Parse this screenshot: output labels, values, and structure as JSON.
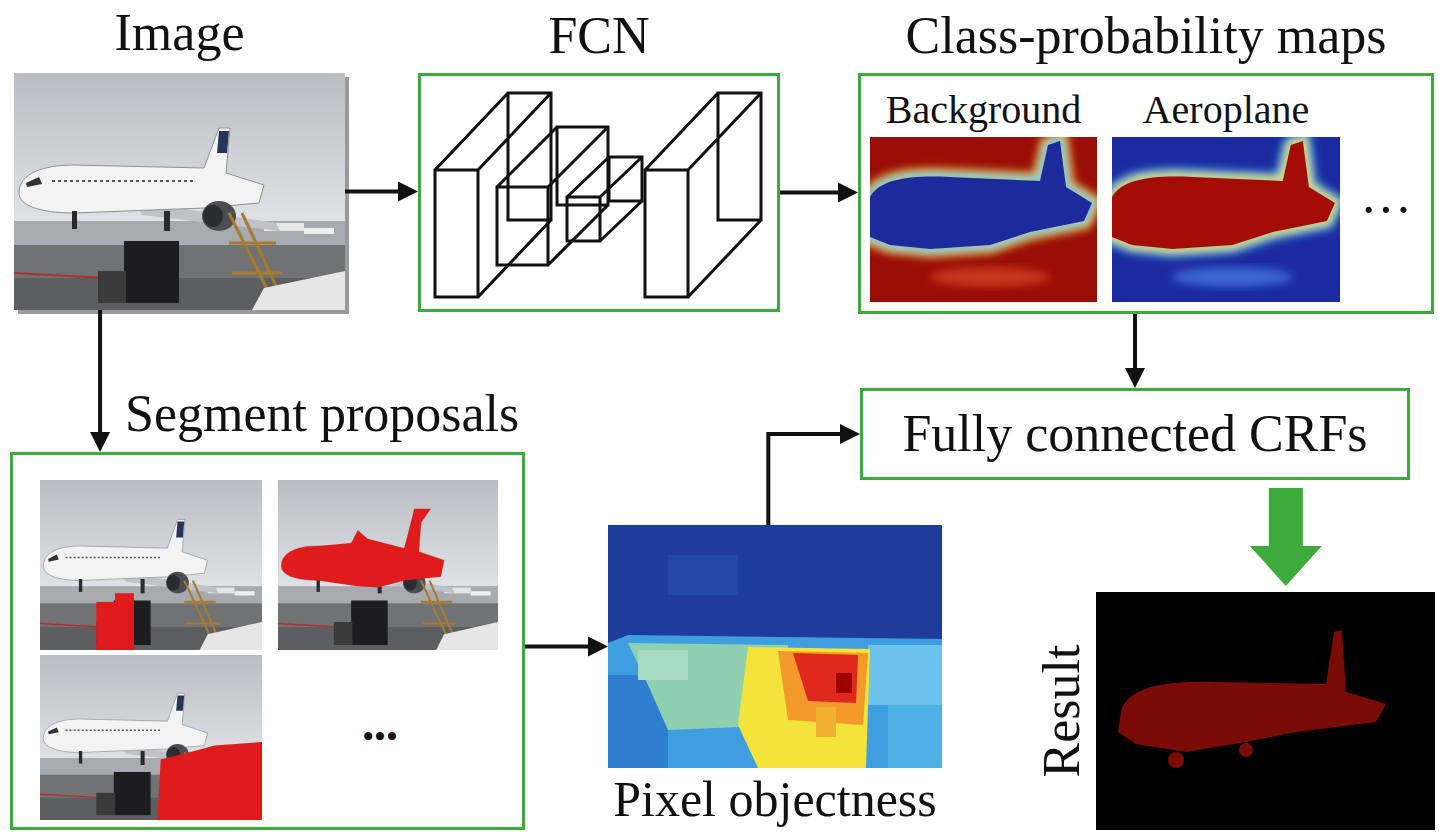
{
  "diagram": {
    "nodes": [
      {
        "text": [
          "Image"
        ]
      },
      {
        "text": [
          "FCN"
        ]
      },
      {
        "text": [
          "Class-probability maps"
        ]
      },
      {
        "text": [
          "Background"
        ],
        "in": 2
      },
      {
        "text": [
          "Aeroplane"
        ],
        "in": 2
      },
      {
        "text": [
          "Segment proposals"
        ]
      },
      {
        "text": [
          "Pixel objectness"
        ]
      },
      {
        "text": [
          "Fully connected CRFs"
        ]
      },
      {
        "text": [
          "Result"
        ]
      }
    ],
    "edges": [
      {
        "from": 0,
        "to": 1,
        "arrow": "to"
      },
      {
        "from": 1,
        "to": 2,
        "arrow": "to"
      },
      {
        "from": 2,
        "to": 7,
        "arrow": "to"
      },
      {
        "from": 0,
        "to": 5,
        "arrow": "to"
      },
      {
        "from": 5,
        "to": 6,
        "arrow": "to"
      },
      {
        "from": 6,
        "to": 7,
        "arrow": "to"
      },
      {
        "from": 7,
        "to": 8,
        "arrow": "to"
      }
    ],
    "labels": [
      "···",
      "•••"
    ]
  }
}
